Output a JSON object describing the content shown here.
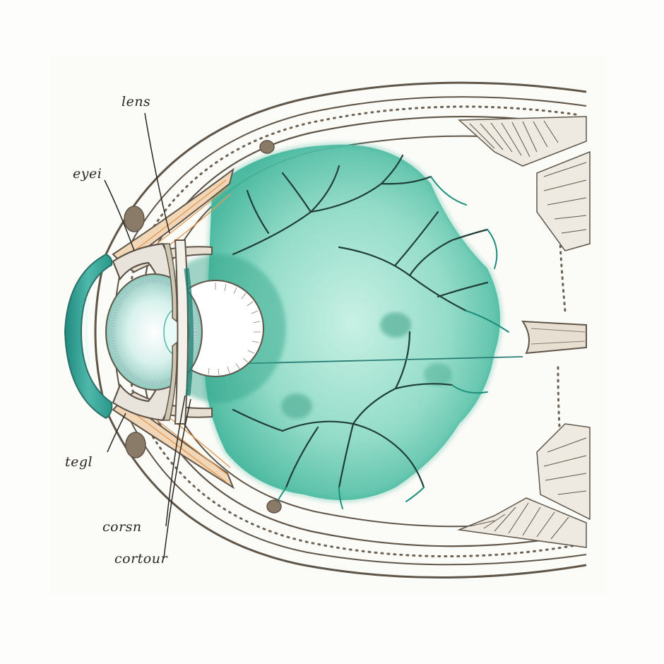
{
  "labels": {
    "lens": "lens",
    "eye": "eyei",
    "tegl": "tegl",
    "corsn": "corsn",
    "cortour": "cortour"
  },
  "colors": {
    "paper": "#fdfdfb",
    "ink": "#5f5548",
    "teal": "#3fb59a",
    "teal_dark": "#1d8f7c",
    "teal_light": "#9fe0cf",
    "vessel": "#1f3e38",
    "orange": "#e39a55",
    "cornea": "#2f9a8c"
  },
  "icons": [
    "eye-cross-section-illustration",
    "blood-vessel-icon",
    "optic-nerve-icon",
    "muscle-icon"
  ]
}
